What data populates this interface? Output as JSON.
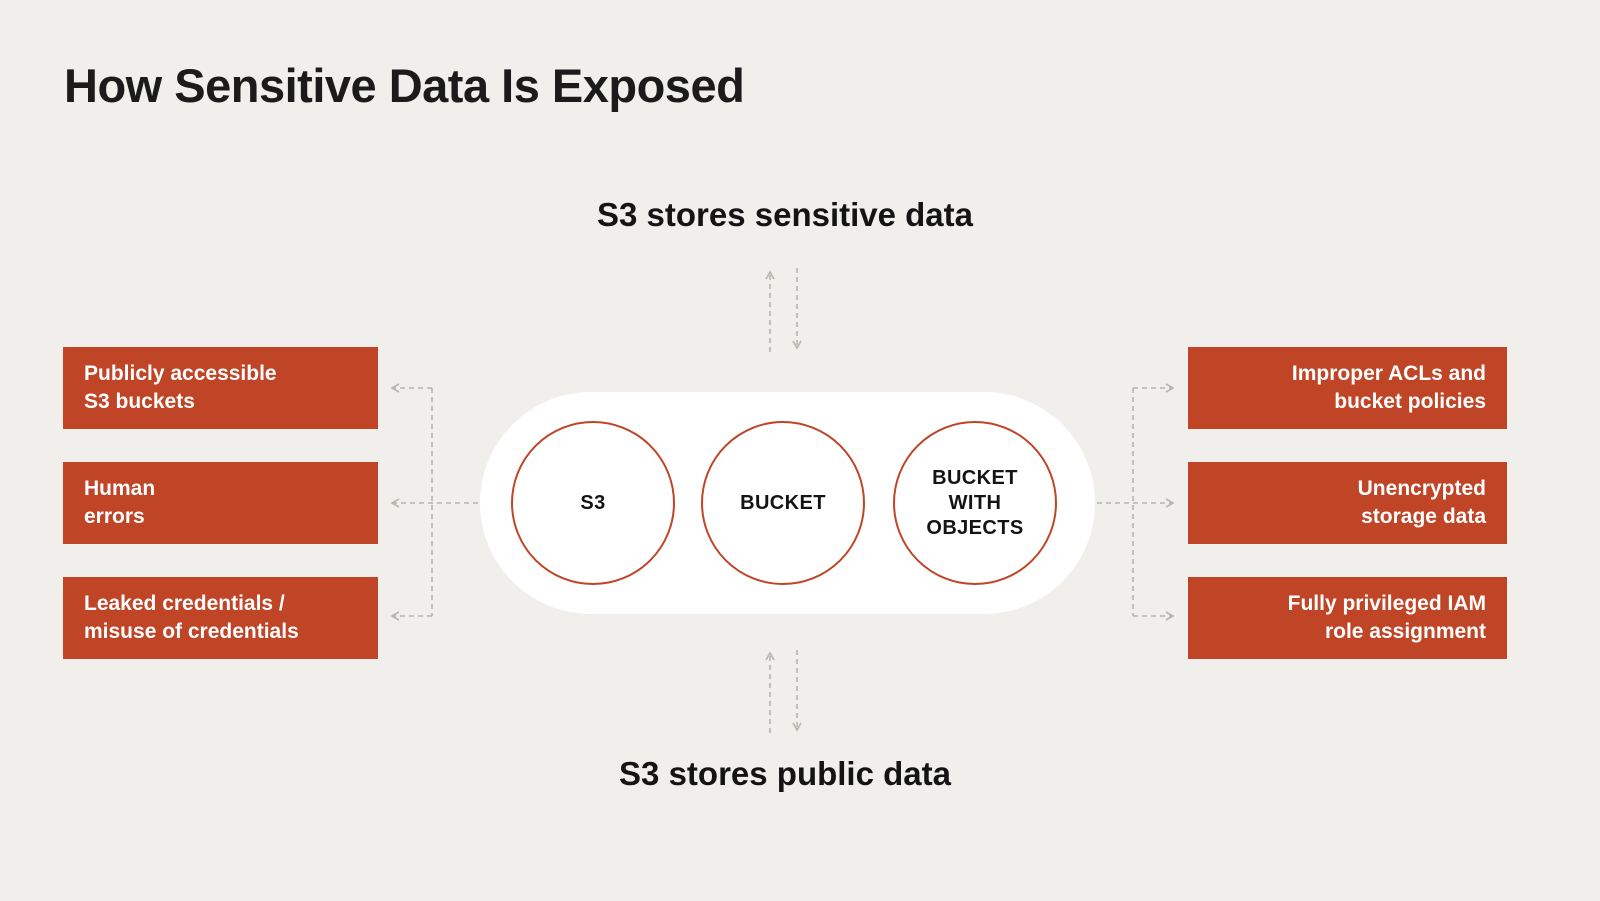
{
  "title": "How Sensitive Data Is Exposed",
  "labels": {
    "top": "S3 stores sensitive data",
    "bottom": "S3 stores public data"
  },
  "center": {
    "circles": [
      {
        "label": "S3"
      },
      {
        "label": "BUCKET"
      },
      {
        "label": "BUCKET\nWITH\nOBJECTS"
      }
    ]
  },
  "left_boxes": [
    {
      "label": "Publicly accessible\nS3 buckets"
    },
    {
      "label": "Human\nerrors"
    },
    {
      "label": "Leaked credentials /\nmisuse of credentials"
    }
  ],
  "right_boxes": [
    {
      "label": "Improper ACLs and\nbucket policies"
    },
    {
      "label": "Unencrypted\nstorage data"
    },
    {
      "label": "Fully privileged IAM\nrole assignment"
    }
  ],
  "colors": {
    "background": "#f0efec",
    "accent": "#c04426",
    "text": "#1b1b1b",
    "arrow": "#b7b4ae",
    "box_text": "#ffffff"
  }
}
